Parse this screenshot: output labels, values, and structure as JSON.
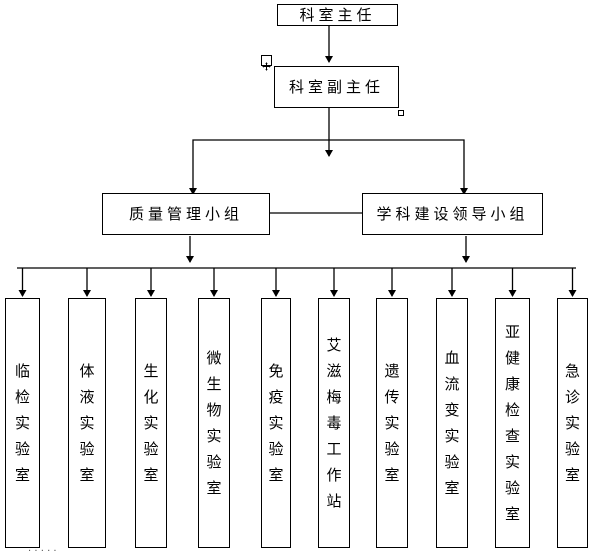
{
  "head": {
    "director": "科室主任",
    "deputy": "科室副主任"
  },
  "groups": {
    "quality": "质量管理小组",
    "discipline": "学科建设领导小组"
  },
  "labs": [
    {
      "name": "临检实验室"
    },
    {
      "name": "体液实验室"
    },
    {
      "name": "生化实验室"
    },
    {
      "name": "微生物实验室"
    },
    {
      "name": "免疫实验室"
    },
    {
      "name": "艾滋梅毒工作站"
    },
    {
      "name": "遗传实验室"
    },
    {
      "name": "血流变实验室"
    },
    {
      "name": "亚健康检查实验室"
    },
    {
      "name": "急诊实验室"
    }
  ],
  "icons": {
    "move_handle": "move-handle-icon",
    "resize_handle": "resize-handle-icon"
  },
  "colors": {
    "line": "#000000",
    "background": "#ffffff"
  }
}
